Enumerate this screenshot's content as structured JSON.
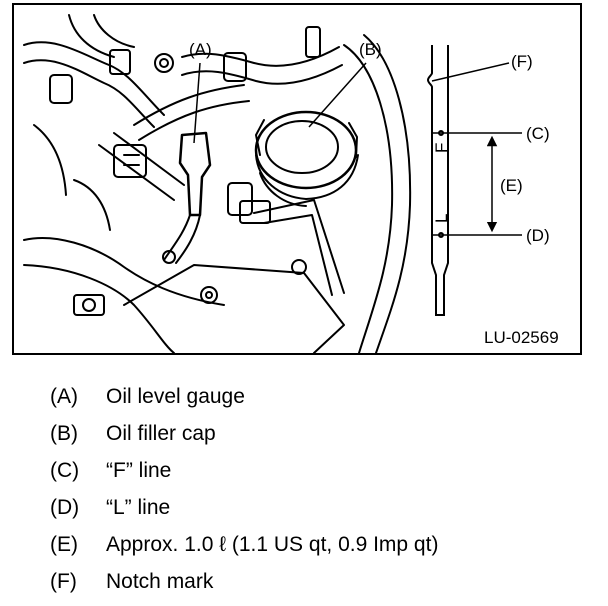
{
  "figure": {
    "code": "LU-02569",
    "callouts": {
      "A": "(A)",
      "B": "(B)",
      "C": "(C)",
      "D": "(D)",
      "E": "(E)",
      "F": "(F)"
    },
    "gauge_marks": {
      "f": "F",
      "l": "L"
    }
  },
  "legend": [
    {
      "key": "(A)",
      "text": "Oil level gauge"
    },
    {
      "key": "(B)",
      "text": "Oil filler cap"
    },
    {
      "key": "(C)",
      "text": "“F” line"
    },
    {
      "key": "(D)",
      "text": "“L” line"
    },
    {
      "key": "(E)",
      "text": "Approx. 1.0 ℓ (1.1 US qt, 0.9 Imp qt)"
    },
    {
      "key": "(F)",
      "text": "Notch mark"
    }
  ]
}
